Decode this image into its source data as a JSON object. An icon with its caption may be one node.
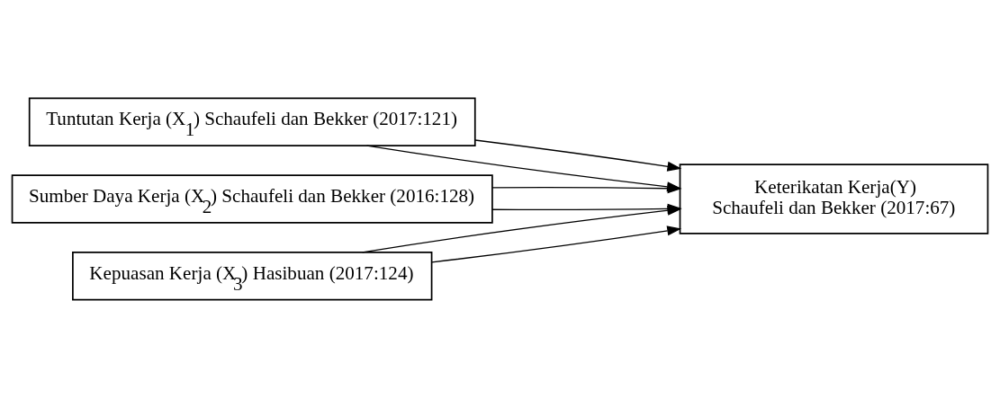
{
  "diagram": {
    "nodes": [
      {
        "text": [
          "Tuntutan Kerja (X$_{1}$) Schaufeli dan Bekker (2017:121)"
        ]
      },
      {
        "text": [
          "Sumber Daya Kerja (X$_{2}$) Schaufeli dan Bekker (2016:128)"
        ]
      },
      {
        "text": [
          "Kepuasan Kerja (X$_{3}$) Hasibuan (2017:124)"
        ]
      },
      {
        "text": [
          "Keterikatan Kerja(Y)",
          "Schaufeli dan Bekker (2017:67)"
        ]
      }
    ],
    "edges": [
      {
        "from": 0,
        "to": 3,
        "arrow": "to"
      },
      {
        "from": 1,
        "to": 3,
        "arrow": "to"
      },
      {
        "from": 2,
        "to": 3,
        "arrow": "to"
      },
      {
        "from": 0,
        "to": 3,
        "arrow": "to"
      },
      {
        "from": 1,
        "to": 3,
        "arrow": "to"
      },
      {
        "from": 2,
        "to": 3,
        "arrow": "to"
      }
    ]
  }
}
